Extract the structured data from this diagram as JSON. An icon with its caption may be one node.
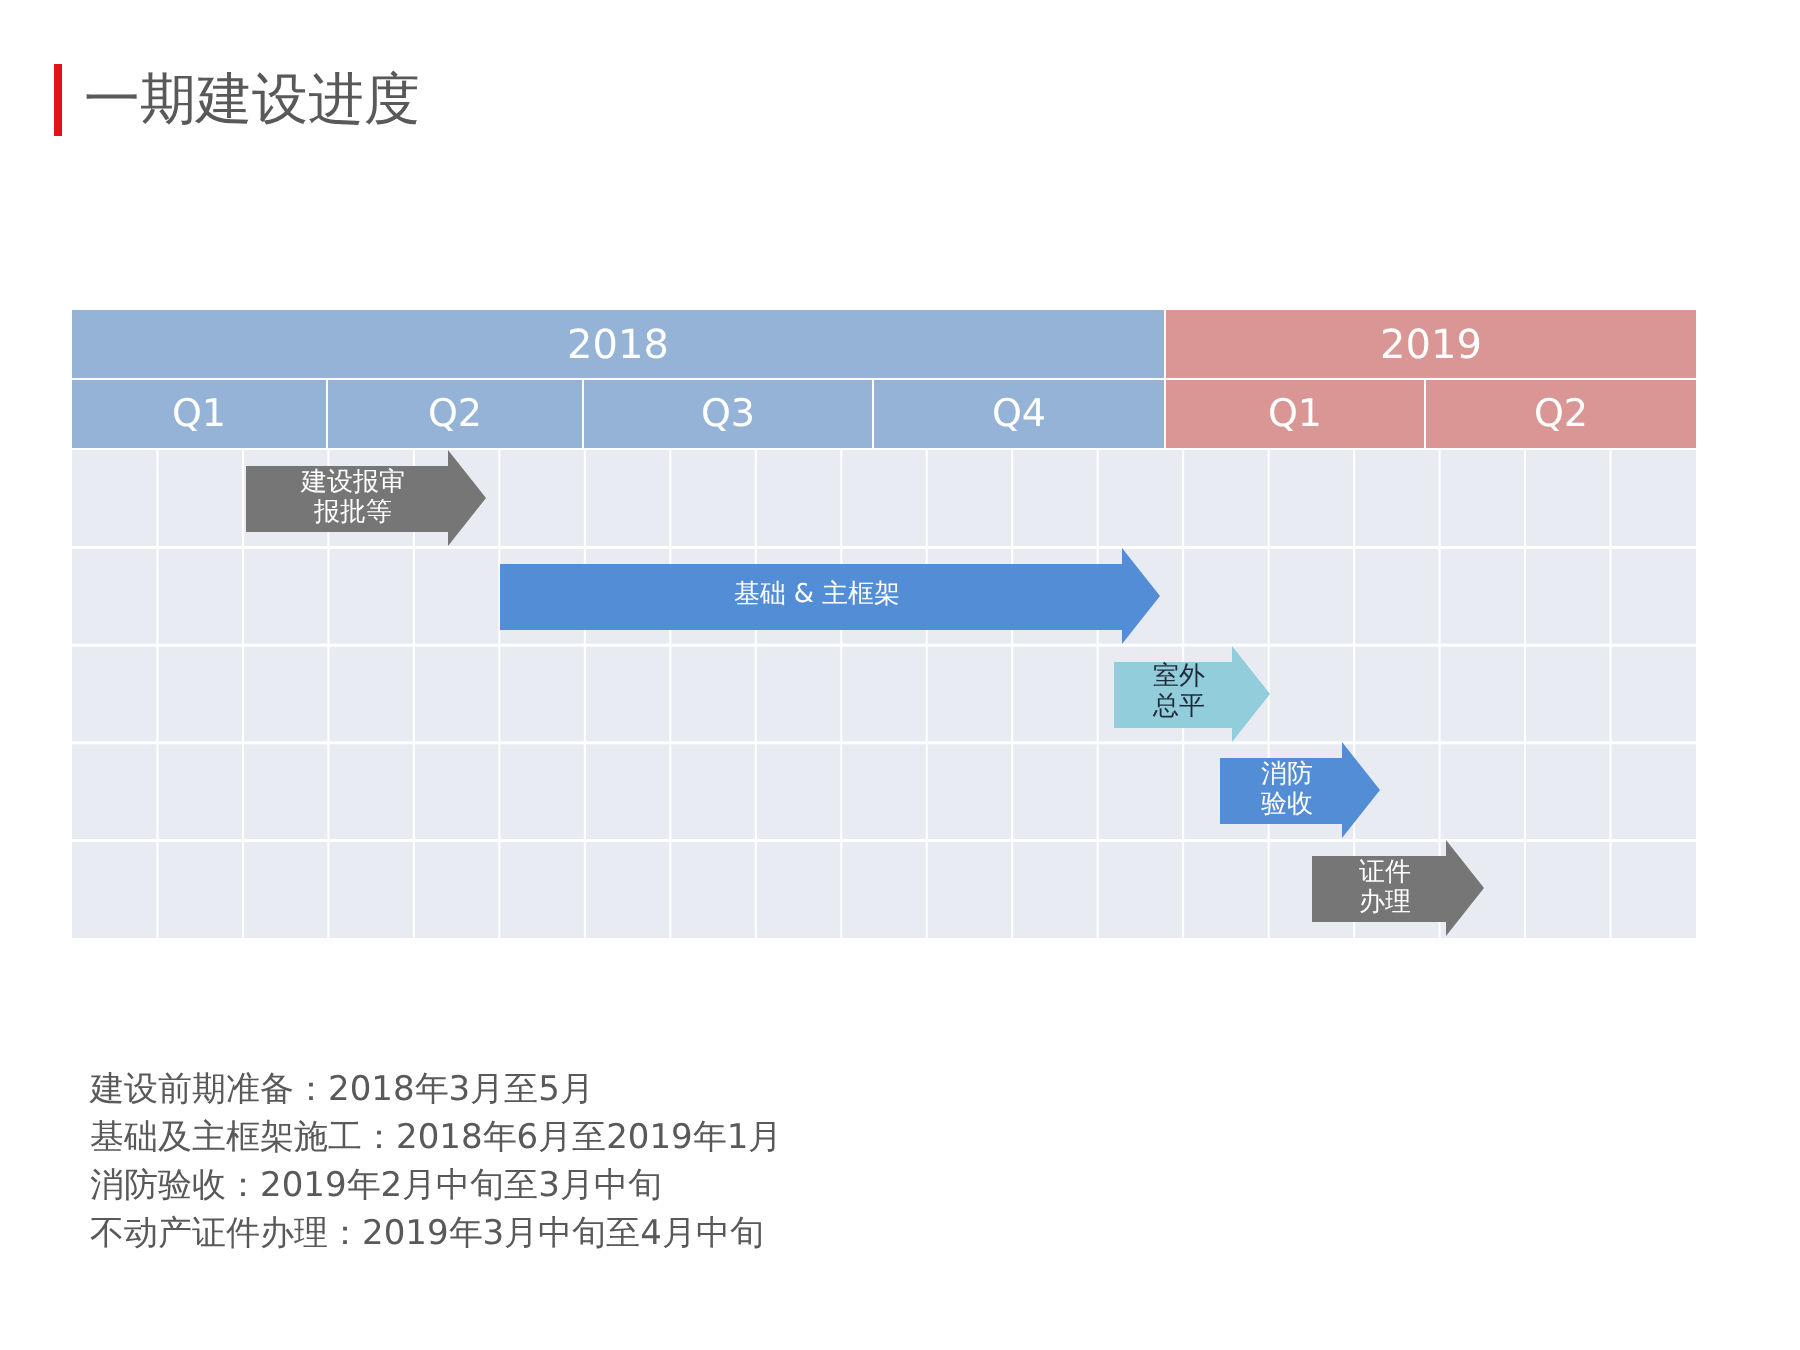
{
  "diagram": {
    "title": "一期建设进度",
    "nodes": [
      {
        "text": [
          "2018"
        ]
      },
      {
        "text": [
          "2019"
        ]
      },
      {
        "text": [
          "Q1"
        ]
      },
      {
        "text": [
          "Q2"
        ]
      },
      {
        "text": [
          "Q3"
        ]
      },
      {
        "text": [
          "Q4"
        ]
      },
      {
        "text": [
          "Q1"
        ]
      },
      {
        "text": [
          "Q2"
        ]
      },
      {
        "text": [
          "建设报审报批等"
        ]
      },
      {
        "text": [
          "基础 & 主框架"
        ]
      },
      {
        "text": [
          "室外总平"
        ]
      },
      {
        "text": [
          "消防验收"
        ]
      },
      {
        "text": [
          "证件办理"
        ]
      }
    ],
    "labels": [
      "建设前期准备：2018年3月至5月",
      "基础及主框架施工：2018年6月至2019年1月",
      "消防验收：2019年2月中旬至3月中旬",
      "不动产证件办理：2019年3月中旬至4月中旬"
    ]
  }
}
